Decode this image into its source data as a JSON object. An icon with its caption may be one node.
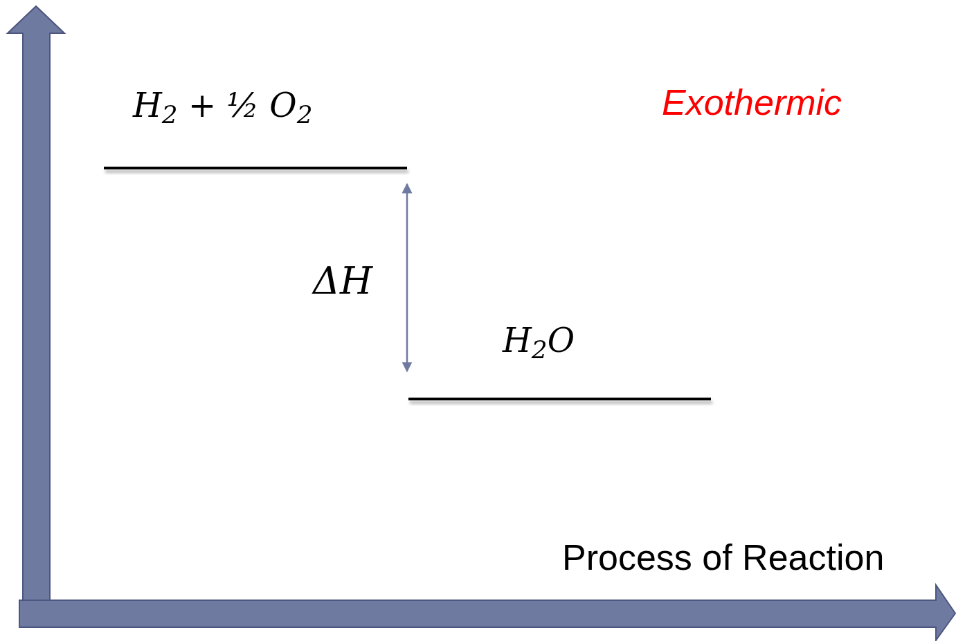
{
  "diagram": {
    "labels": [
      "H$_{2}$ + ½ O$_{2}$",
      "Exothermic",
      "ΔH",
      "H$_{2}$O",
      "Process of Reaction"
    ]
  }
}
